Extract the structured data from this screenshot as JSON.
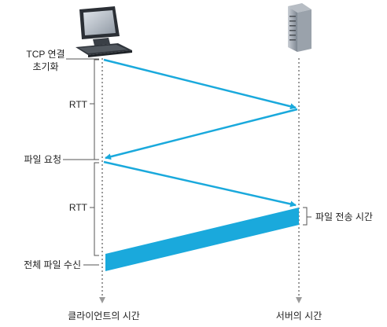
{
  "labels": {
    "tcp_init_line1": "TCP 연결",
    "tcp_init_line2": "초기화",
    "rtt_first": "RTT",
    "file_request": "파일 요청",
    "rtt_second": "RTT",
    "file_transfer_time": "파일 전송 시간",
    "full_file_received": "전체 파일 수신",
    "client_time": "클라이언트의 시간",
    "server_time": "서버의 시간"
  },
  "icons": {
    "client": "desktop-computer-icon",
    "server": "server-tower-icon"
  },
  "colors": {
    "arrow": "#1aa9dc",
    "timeline": "#9a9a9a",
    "bracket": "#555555",
    "text": "#222222"
  }
}
